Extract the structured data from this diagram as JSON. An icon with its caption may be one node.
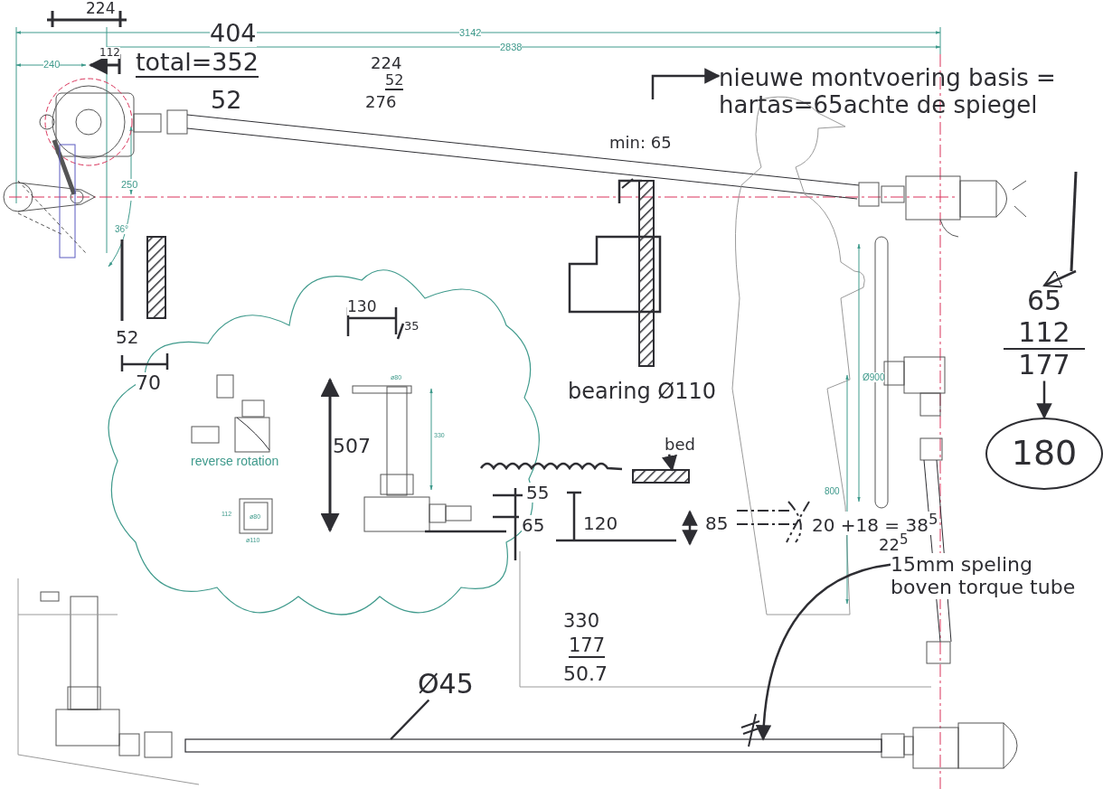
{
  "diagram": {
    "nodes": [
      {
        "text": [
          "180"
        ]
      },
      {
        "text": [
          "15mm speling boven torque tube"
        ]
      },
      {
        "text": [],
        "shape": "bar"
      },
      {
        "text": [
          "Ø45"
        ]
      },
      {
        "text": [
          "bed"
        ]
      },
      {
        "text": [],
        "shape": "box"
      },
      {
        "text": [
          "nieuwe montvoering basis = hartas=65achte de spiegel"
        ]
      },
      {
        "text": [
          "65",
          "112",
          "177"
        ]
      }
    ],
    "edges": [
      {
        "from": null,
        "to": 6,
        "arrow": "to"
      },
      {
        "from": null,
        "to": 7,
        "arrow": "to"
      },
      {
        "from": 7,
        "to": 0,
        "arrow": "to"
      },
      {
        "from": 4,
        "to": 5,
        "arrow": "to"
      },
      {
        "from": 1,
        "to": 2,
        "arrow": "to"
      },
      {
        "from": 3,
        "to": 2,
        "arrow": "none"
      }
    ],
    "labels": [
      "224",
      "404",
      "3142",
      "2838",
      "240",
      "112",
      "total=352",
      "224",
      "52",
      "276",
      "52",
      "min: 65",
      "250",
      "36°",
      "52",
      "70",
      "130",
      "35",
      "ø80",
      "330",
      "507",
      "reverse rotation",
      "112",
      "ø80",
      "ø110",
      "bearing Ø110",
      "Ø900",
      "55",
      "65",
      "120",
      "85",
      "20 +18 = 38$^{5}$",
      "22$^{5}$",
      "800",
      "330",
      "177",
      "50.7"
    ]
  }
}
